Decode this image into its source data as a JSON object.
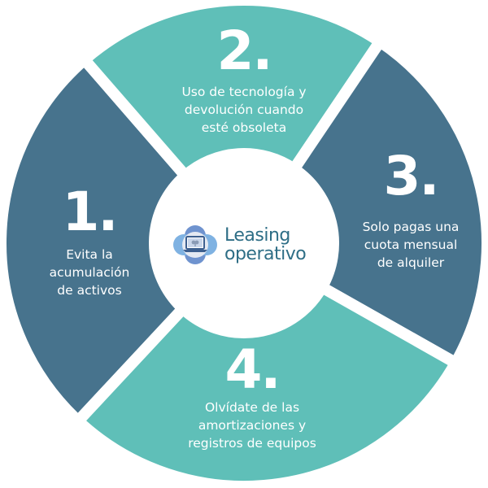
{
  "center": {
    "logo_icon": "laptop-cloud-icon",
    "title_line1": "Leasing",
    "title_line2": "operativo"
  },
  "segments": [
    {
      "number": "1.",
      "lines": [
        "Evita la",
        "acumulación",
        "de activos"
      ],
      "color": "#47738d"
    },
    {
      "number": "2.",
      "lines": [
        "Uso de tecnología y",
        "devolución cuando",
        "esté obsoleta"
      ],
      "color": "#5fbfb8"
    },
    {
      "number": "3.",
      "lines": [
        "Solo pagas una",
        "cuota mensual",
        "de alquiler"
      ],
      "color": "#47738d"
    },
    {
      "number": "4.",
      "lines": [
        "Olvídate de las",
        "amortizaciones y",
        "registros de equipos"
      ],
      "color": "#5fbfb8"
    }
  ],
  "colors": {
    "dark_segment": "#47738d",
    "light_segment": "#5fbfb8",
    "logo_text": "#2e6e86",
    "background": "#ffffff"
  }
}
